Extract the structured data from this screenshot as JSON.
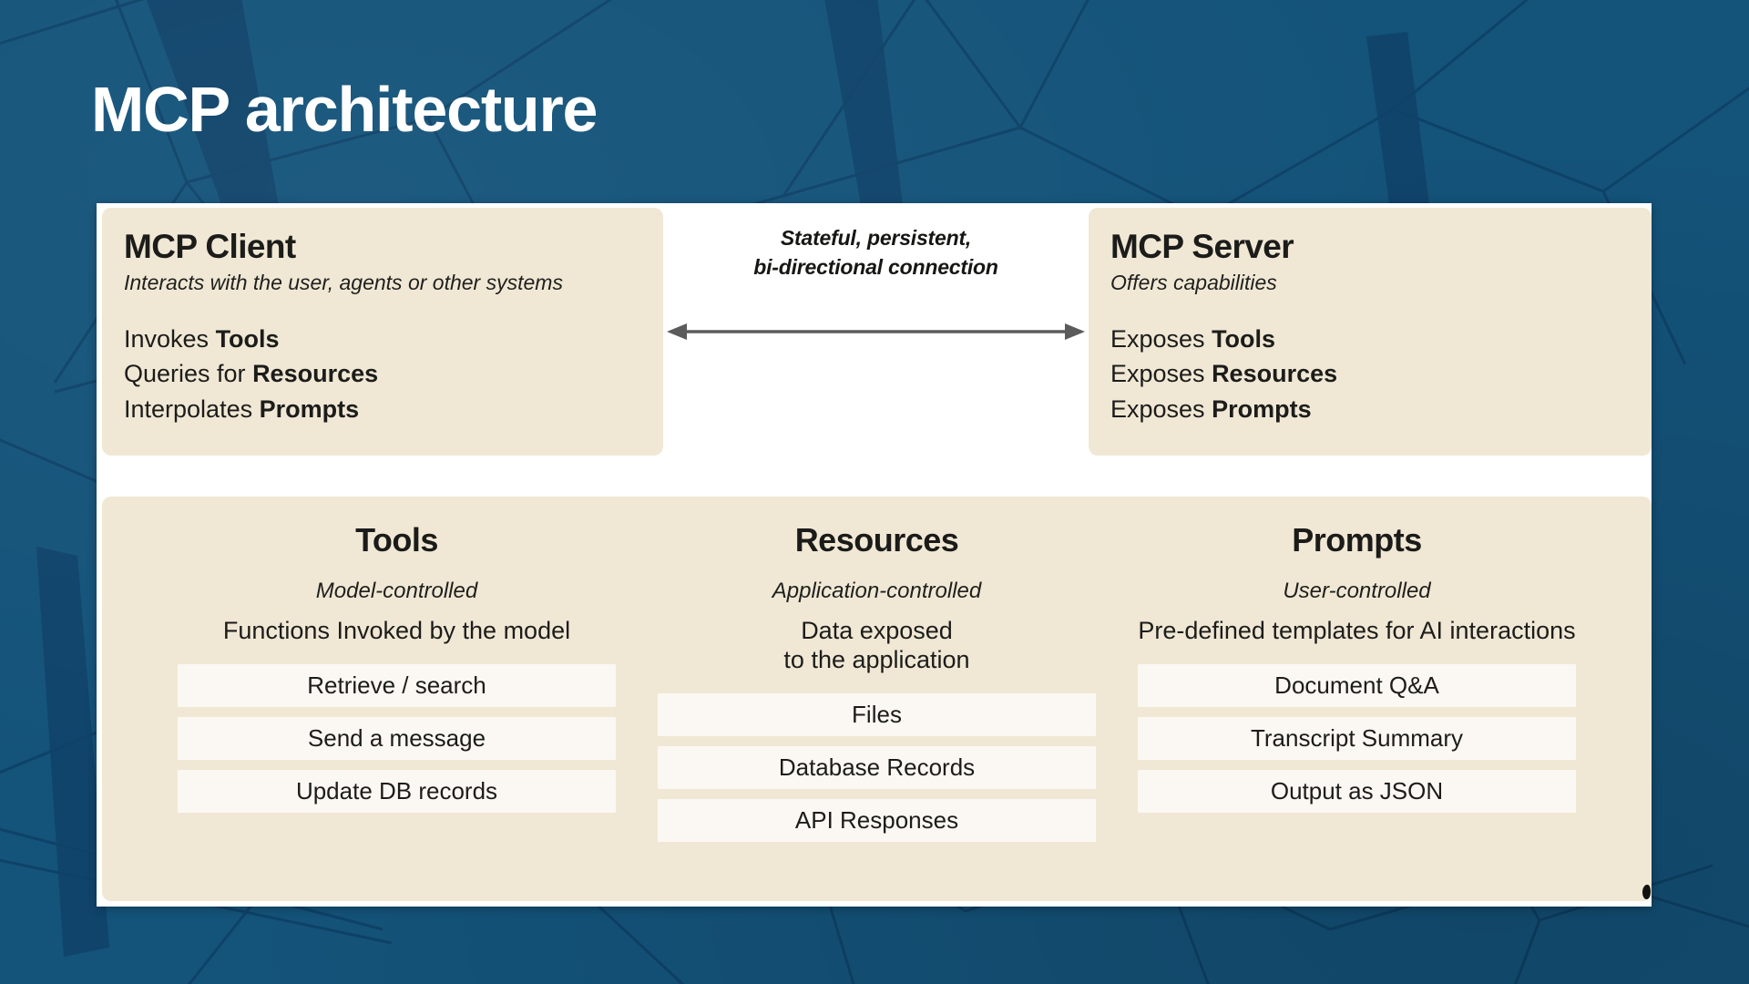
{
  "page": {
    "title": "MCP architecture",
    "background_color": "#14537a",
    "card_color": "#ffffff",
    "box_color": "#f0e8d5",
    "chip_color": "#fbf8f3",
    "text_color": "#1c1c1a"
  },
  "client": {
    "title": "MCP Client",
    "subtitle": "Interacts with the user, agents or other systems",
    "lines": [
      {
        "verb": "Invokes ",
        "term": "Tools"
      },
      {
        "verb": "Queries for ",
        "term": "Resources"
      },
      {
        "verb": "Interpolates ",
        "term": "Prompts"
      }
    ]
  },
  "server": {
    "title": "MCP Server",
    "subtitle": "Offers capabilities",
    "lines": [
      {
        "verb": "Exposes ",
        "term": "Tools"
      },
      {
        "verb": "Exposes ",
        "term": "Resources"
      },
      {
        "verb": "Exposes ",
        "term": "Prompts"
      }
    ]
  },
  "connector": {
    "label_line1": "Stateful, persistent,",
    "label_line2": "bi-directional connection",
    "arrow_type": "double-headed-arrow",
    "arrow_color": "#5b5b5b"
  },
  "capabilities": [
    {
      "title": "Tools",
      "control": "Model-controlled",
      "description": "Functions Invoked by the model",
      "items": [
        "Retrieve / search",
        "Send a message",
        "Update DB records"
      ]
    },
    {
      "title": "Resources",
      "control": "Application-controlled",
      "description": "Data exposed\nto the application",
      "items": [
        "Files",
        "Database Records",
        "API Responses"
      ]
    },
    {
      "title": "Prompts",
      "control": "User-controlled",
      "description": "Pre-defined templates for AI interactions",
      "items": [
        "Document Q&A",
        "Transcript Summary",
        "Output as JSON"
      ]
    }
  ]
}
